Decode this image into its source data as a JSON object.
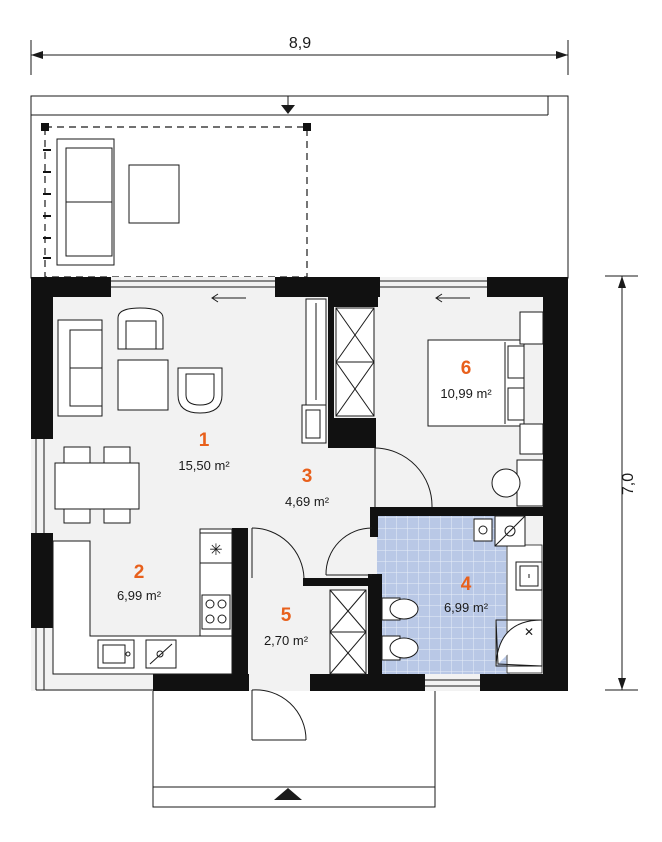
{
  "colors": {
    "wall": "#111111",
    "floor": "#f2f2f2",
    "bathroom_tile": "#b9c8e6",
    "room_number": "#e8601c"
  },
  "dimensions": {
    "width": "8,9",
    "depth": "7,0"
  },
  "rooms": [
    {
      "number": "1",
      "area": "15,50 m²"
    },
    {
      "number": "2",
      "area": "6,99 m²"
    },
    {
      "number": "3",
      "area": "4,69 m²"
    },
    {
      "number": "4",
      "area": "6,99 m²"
    },
    {
      "number": "5",
      "area": "2,70 m²"
    },
    {
      "number": "6",
      "area": "10,99 m²"
    }
  ]
}
